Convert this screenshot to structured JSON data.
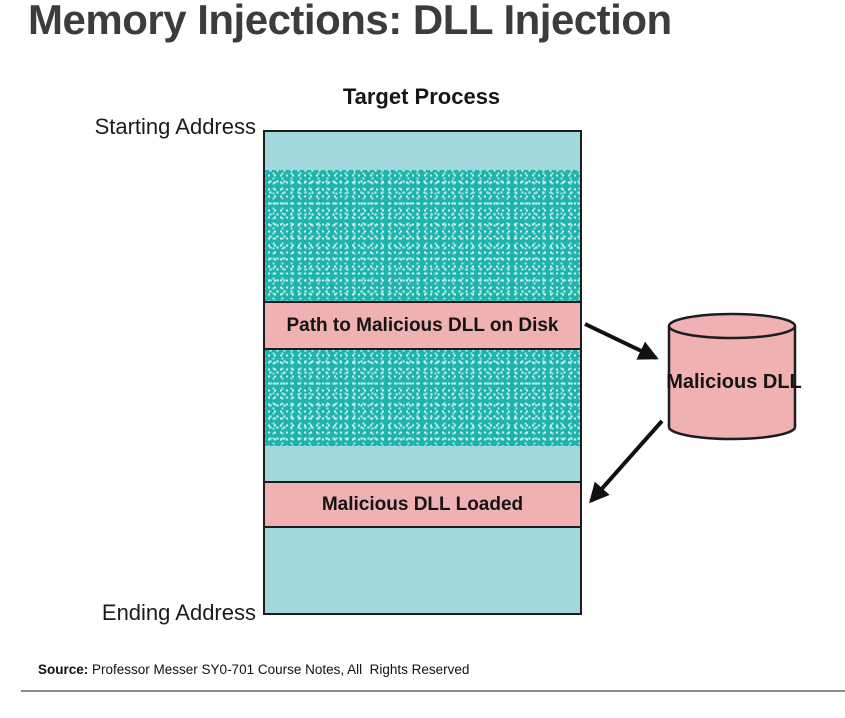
{
  "page": {
    "title": "Memory Injections: DLL Injection"
  },
  "diagram": {
    "process_title": "Target Process",
    "starting_address_label": "Starting Address",
    "ending_address_label": "Ending Address",
    "bands": {
      "path_to_dll": "Path to Malicious DLL on Disk",
      "dll_loaded": "Malicious DLL Loaded"
    },
    "cylinder_label": "Malicious DLL",
    "memory_sections": [
      {
        "order": 1,
        "style": "solid-teal"
      },
      {
        "order": 2,
        "style": "speckled-teal"
      },
      {
        "order": 3,
        "style": "pink-band",
        "label": "Path to Malicious DLL on Disk"
      },
      {
        "order": 4,
        "style": "speckled-teal"
      },
      {
        "order": 5,
        "style": "solid-teal"
      },
      {
        "order": 6,
        "style": "pink-band",
        "label": "Malicious DLL Loaded"
      },
      {
        "order": 7,
        "style": "solid-teal"
      }
    ],
    "arrows": [
      {
        "from": "path-to-dll-band",
        "to": "malicious-dll-cylinder"
      },
      {
        "from": "malicious-dll-cylinder",
        "to": "dll-loaded-band"
      }
    ]
  },
  "footer": {
    "source_label": "Source:",
    "source_text": " Professor Messer SY0-701 Course Notes, All  Rights Reserved"
  },
  "colors": {
    "solid_teal": "#a2d8dc",
    "speckled_teal": "#1fb3ad",
    "pink": "#f0b1b3",
    "title_gray": "#3c3c3e",
    "outline_black": "#1d1d1d",
    "rule_gray": "#8e8e8e"
  }
}
